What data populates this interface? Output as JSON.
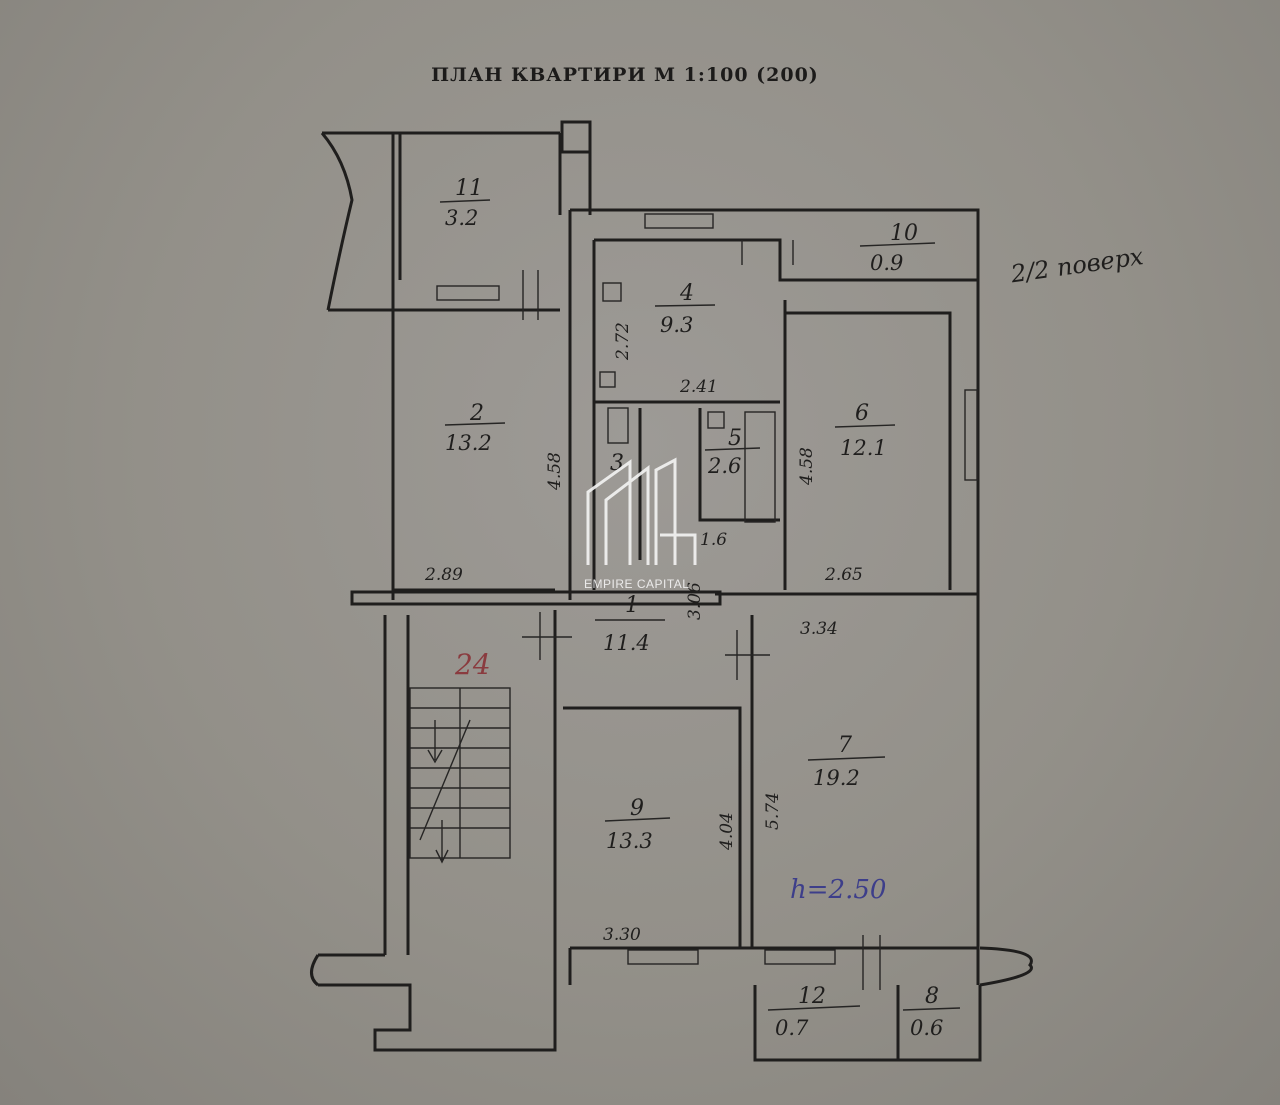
{
  "title": "ПЛАН КВАРТИРИ М 1:100 (200)",
  "floor_note": "2/2 поверх",
  "rooms": [
    {
      "num": "11",
      "area": "3.2"
    },
    {
      "num": "10",
      "area": "0.9"
    },
    {
      "num": "4",
      "area": "9.3"
    },
    {
      "num": "2",
      "area": "13.2"
    },
    {
      "num": "5",
      "area": "2.6"
    },
    {
      "num": "6",
      "area": "12.1"
    },
    {
      "num": "3",
      "area": ""
    },
    {
      "num": "1",
      "area": "11.4"
    },
    {
      "num": "7",
      "area": "19.2"
    },
    {
      "num": "9",
      "area": "13.3"
    },
    {
      "num": "12",
      "area": "0.7"
    },
    {
      "num": "8",
      "area": "0.6"
    }
  ],
  "dimensions": {
    "kitchen_side": "2.72",
    "kitchen_width": "2.41",
    "room2_height": "4.58",
    "room2_width": "2.89",
    "room6_height": "4.58",
    "room6_width": "2.65",
    "bath_width": "1.6",
    "hall_depth": "3.06",
    "room7_width": "3.34",
    "room7_height": "5.74",
    "room9_height": "4.04",
    "room9_width": "3.30"
  },
  "red_note": "24",
  "ceiling_height": "h=2.50",
  "watermark": "EMPIRE CAPITAL",
  "colors": {
    "ink": "#1f1e1d",
    "red_pencil": "#8a3b3f",
    "blue_ink": "#3d3e8a",
    "paper": "#939089"
  }
}
